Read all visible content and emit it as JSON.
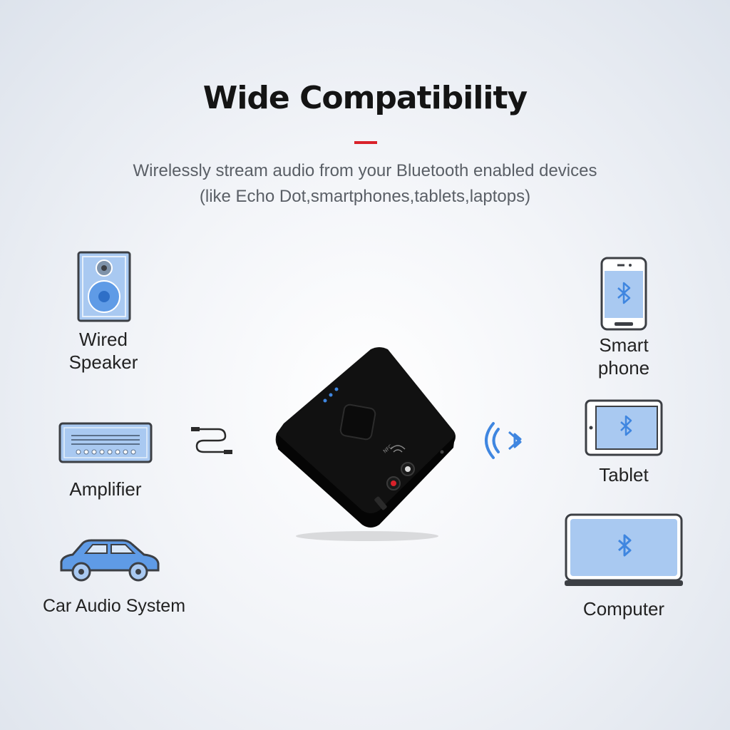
{
  "heading": {
    "title": "Wide Compatibility",
    "subtitle_line1": "Wirelessly stream audio from your Bluetooth enabled devices",
    "subtitle_line2": "(like Echo Dot,smartphones,tablets,laptops)"
  },
  "colors": {
    "accent": "#d9212a",
    "icon_blue": "#3f86e0",
    "icon_fill": "#a9c9f1",
    "outline": "#3c3f44",
    "device": "#161616"
  },
  "left_devices": [
    {
      "icon": "speaker-icon",
      "line1": "Wired",
      "line2": "Speaker"
    },
    {
      "icon": "amplifier-icon",
      "line1": "Amplifier"
    },
    {
      "icon": "car-icon",
      "line1": "Car Audio System"
    }
  ],
  "right_devices": [
    {
      "icon": "smartphone-icon",
      "line1": "Smart",
      "line2": "phone"
    },
    {
      "icon": "tablet-icon",
      "line1": "Tablet"
    },
    {
      "icon": "laptop-icon",
      "line1": "Computer"
    }
  ],
  "center_device": {
    "icon": "bluetooth-receiver-icon",
    "nfc_label": "NFC"
  },
  "connectors": {
    "wired": "audio-cable-icon",
    "wireless": "bluetooth-signal-icon"
  }
}
